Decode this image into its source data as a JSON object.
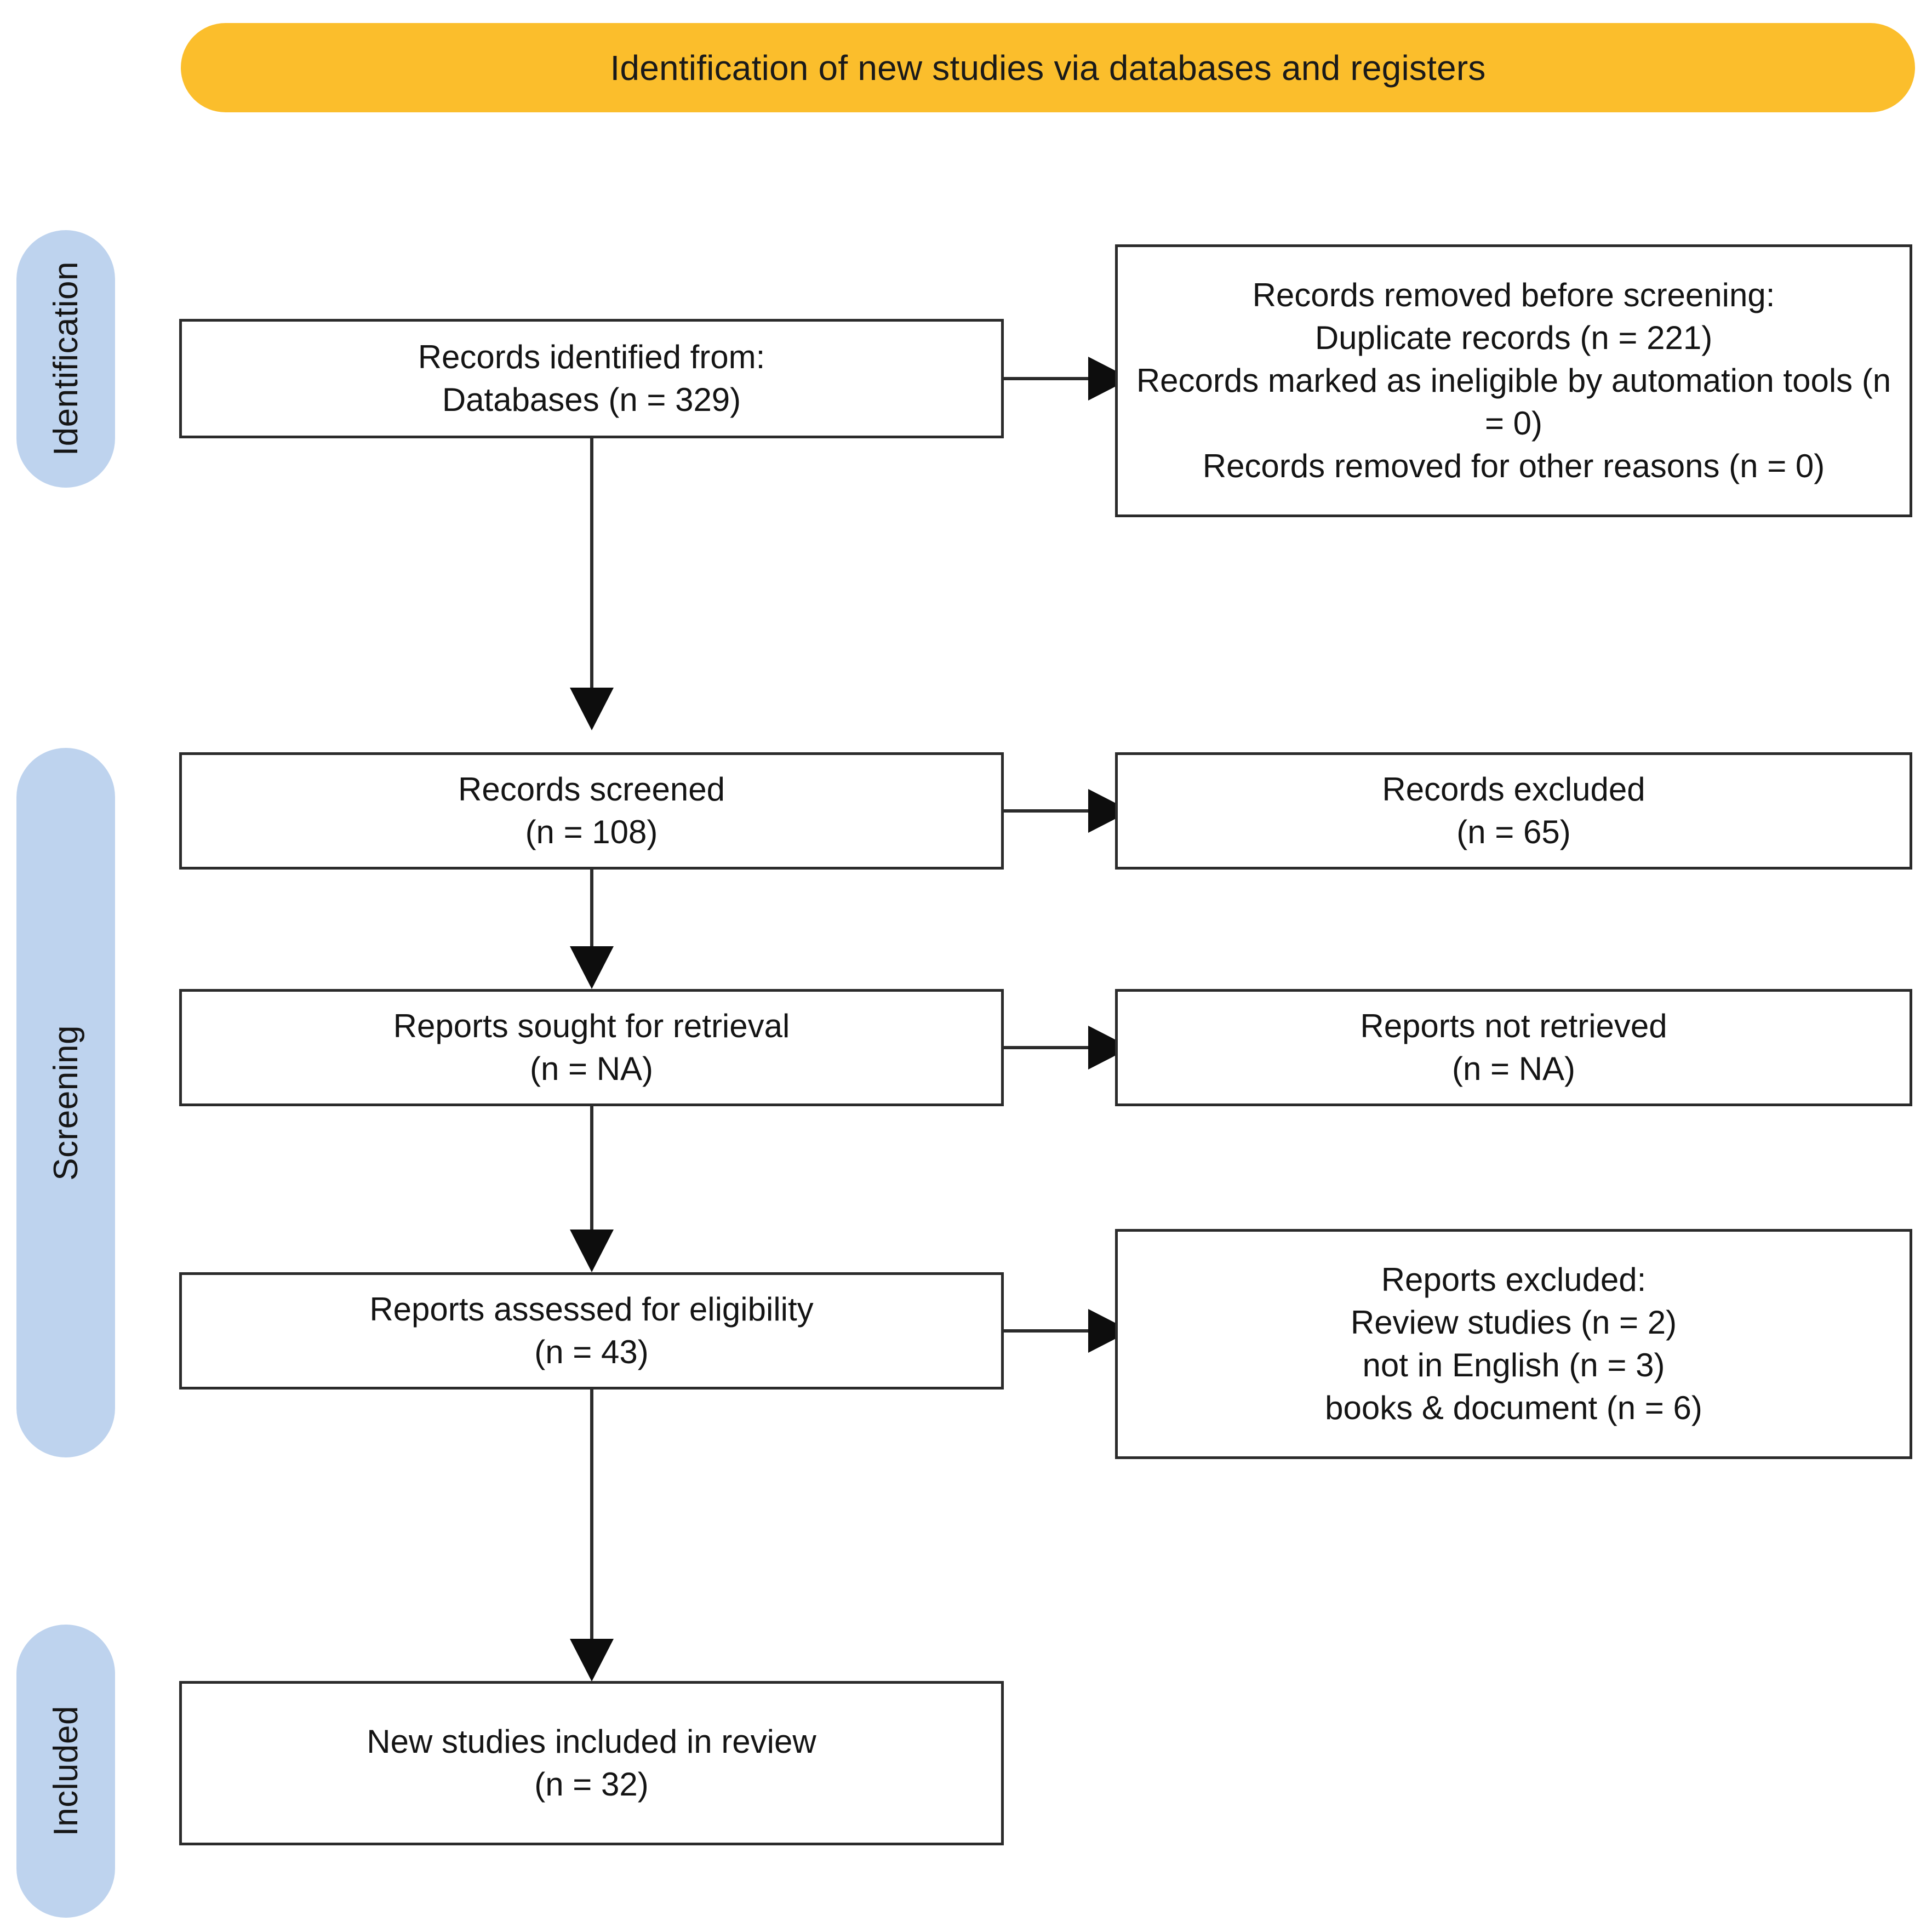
{
  "banner": {
    "title": "Identification of new studies via databases and registers",
    "color": "#fbbe2c"
  },
  "stages": [
    {
      "id": "identification",
      "label": "Identification",
      "color": "#bed3ee"
    },
    {
      "id": "screening",
      "label": "Screening",
      "color": "#bed3ee"
    },
    {
      "id": "included",
      "label": "Included",
      "color": "#bed3ee"
    }
  ],
  "boxes": {
    "identified": {
      "lines": [
        "Records identified from:",
        "Databases (n = 329)"
      ]
    },
    "removed": {
      "lines": [
        "Records removed before screening:",
        "Duplicate records (n = 221)",
        "Records marked as ineligible by automation tools (n = 0)",
        "Records removed for other reasons (n = 0)"
      ]
    },
    "screened": {
      "lines": [
        "Records screened",
        "(n = 108)"
      ]
    },
    "excluded": {
      "lines": [
        "Records excluded",
        "(n = 65)"
      ]
    },
    "sought": {
      "lines": [
        "Reports sought for retrieval",
        "(n = NA)"
      ]
    },
    "not_retrieved": {
      "lines": [
        "Reports not retrieved",
        "(n = NA)"
      ]
    },
    "assessed": {
      "lines": [
        "Reports assessed for eligibility",
        "(n = 43)"
      ]
    },
    "reports_excluded": {
      "lines": [
        "Reports excluded:",
        "Review studies (n = 2)",
        "not in English (n = 3)",
        "books & document (n = 6)"
      ]
    },
    "new_included": {
      "lines": [
        "New studies included in review",
        "(n = 32)"
      ]
    }
  },
  "counts": {
    "databases": 329,
    "duplicate_records": 221,
    "ineligible_automation_tools": 0,
    "removed_other_reasons": 0,
    "records_screened": 108,
    "records_excluded": 65,
    "reports_sought": "NA",
    "reports_not_retrieved": "NA",
    "reports_assessed": 43,
    "excluded_review_studies": 2,
    "excluded_not_in_english": 3,
    "excluded_books_document": 6,
    "new_studies_included": 32
  }
}
